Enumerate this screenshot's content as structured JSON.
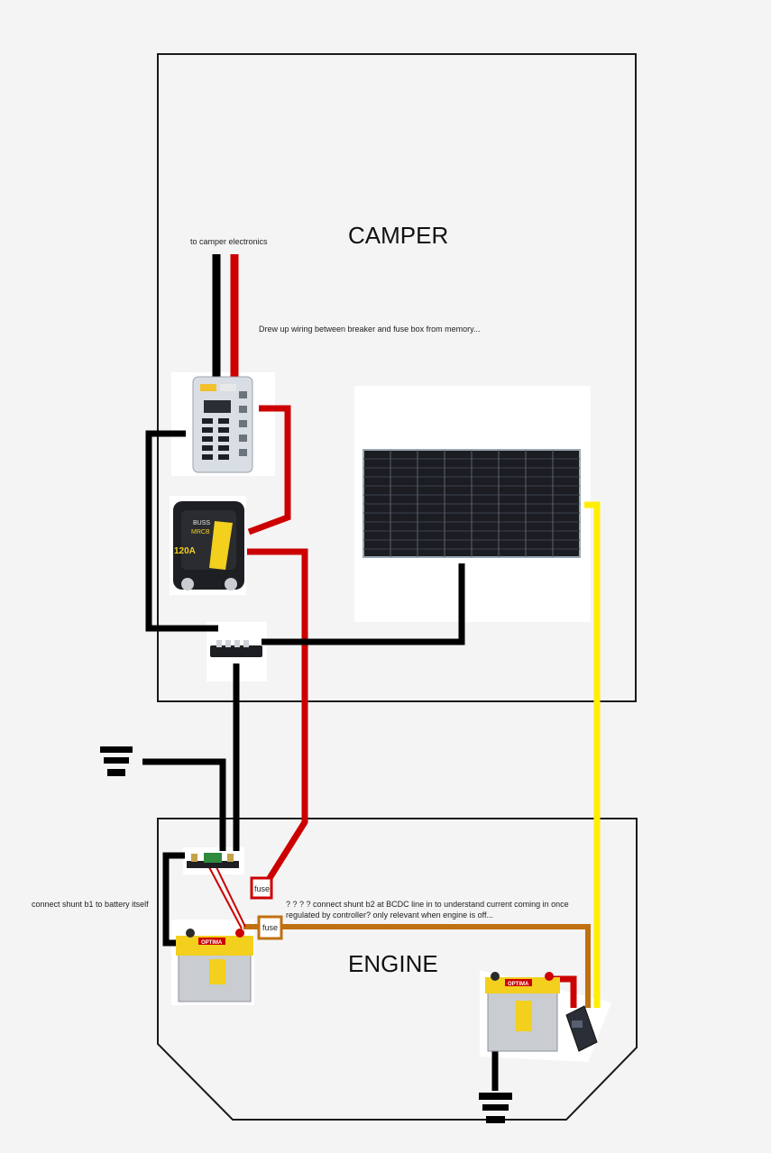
{
  "labels": {
    "camper": "CAMPER",
    "engine": "ENGINE",
    "to_camper_electronics": "to camper electronics",
    "memory_note": "Drew up wiring between breaker and fuse box from memory...",
    "shunt_b1_note": "connect shunt b1 to battery itself",
    "shunt_b2_note_line1": "? ? ? ? connect shunt b2 at BCDC line in to understand current coming in once",
    "shunt_b2_note_line2": "regulated by controller? only relevant when engine is off...",
    "fuse_1": "fuse",
    "fuse_2": "fuse"
  },
  "breaker": {
    "brand": "BUSS",
    "model": "MRCB",
    "rating": "120A"
  },
  "battery": {
    "brand": "OPTIMA"
  },
  "colors": {
    "positive": "#cc0000",
    "negative": "#000000",
    "solar": "#ffee00",
    "alternator": "#c07010",
    "outline": "#1a1a1a",
    "background": "#f4f4f4"
  }
}
